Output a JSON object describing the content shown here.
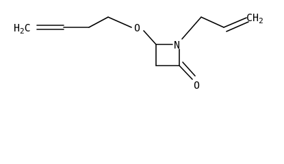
{
  "molecule": {
    "atoms": {
      "terminal_left": {
        "main": "H",
        "sub": "2",
        "tail": "C"
      },
      "ether_oxygen": "O",
      "ring_nitrogen": "N",
      "carbonyl_oxygen": "O",
      "terminal_right": {
        "main": "CH",
        "sub": "2"
      }
    }
  }
}
